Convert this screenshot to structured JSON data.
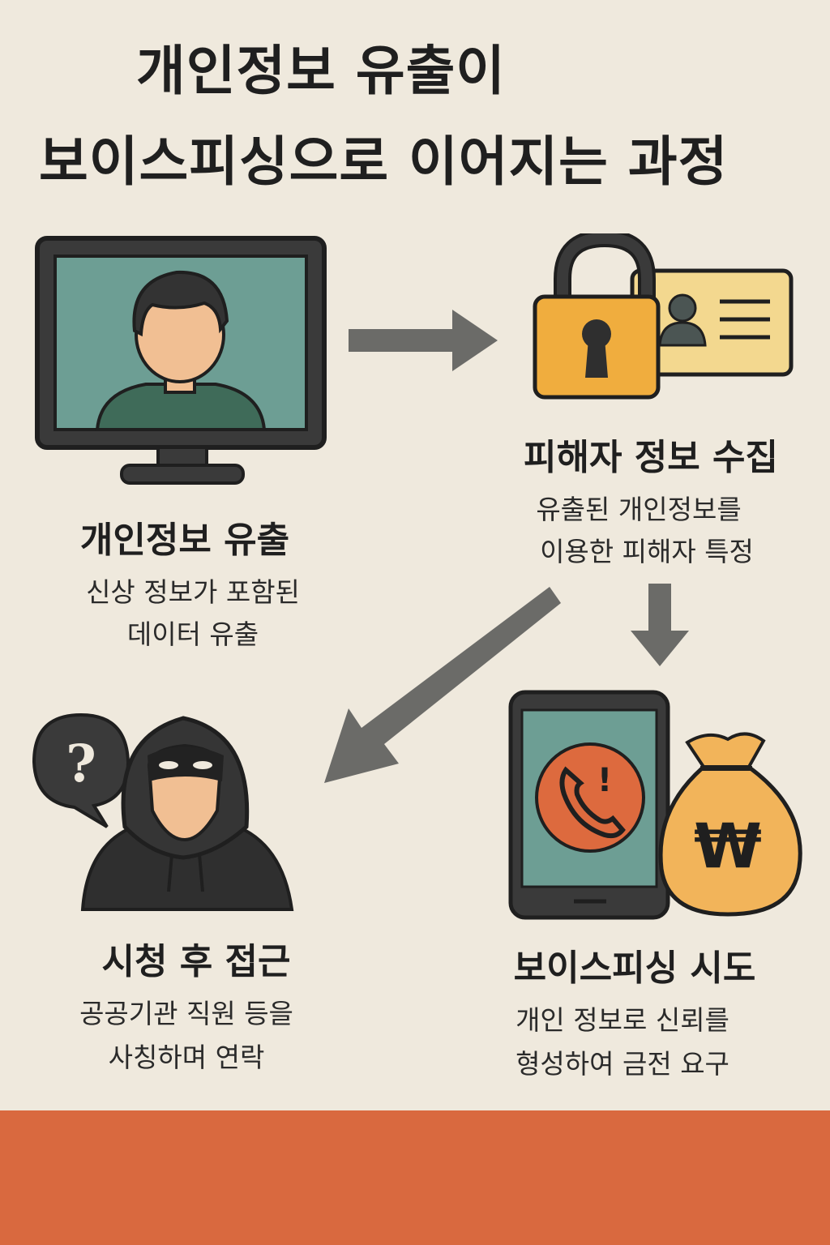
{
  "title": {
    "line1": "개인정보 유출이",
    "line2": "보이스피싱으로 이어지는 과정"
  },
  "steps": [
    {
      "title": "개인정보 유출",
      "desc_line1": "신상 정보가 포함된",
      "desc_line2": "데이터 유출",
      "icon": "computer-monitor-person-icon"
    },
    {
      "title": "피해자 정보 수집",
      "desc_line1": "유출된 개인정보를",
      "desc_line2": "이용한 피해자 특정",
      "icon": "padlock-id-card-icon"
    },
    {
      "title": "시청 후 접근",
      "desc_line1": "공공기관 직원 등을",
      "desc_line2": "사칭하며 연락",
      "icon": "hooded-scammer-icon"
    },
    {
      "title": "보이스피싱 시도",
      "desc_line1": "개인 정보로 신뢰를",
      "desc_line2": "형성하여 금전 요구",
      "icon": "phone-money-bag-icon"
    }
  ],
  "graphics": {
    "question_mark": "?",
    "alert_mark": "!",
    "currency_symbol": "₩"
  },
  "colors": {
    "background": "#efe9dd",
    "footer": "#d9693f",
    "screen": "#6d9e94",
    "lock": "#f0ad3e",
    "card": "#f3d88f",
    "phone_alert": "#dd6a3e",
    "money_bag": "#f2b45a",
    "arrow": "#6b6b68",
    "dark": "#2f2f2f"
  }
}
